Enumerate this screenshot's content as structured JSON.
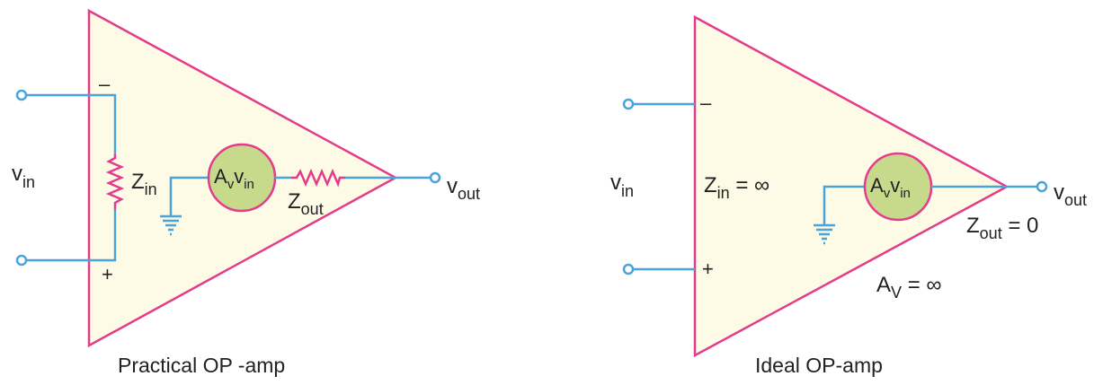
{
  "practical": {
    "caption": "Practical OP -amp",
    "vin": {
      "main": "v",
      "sub": "in"
    },
    "minus": "–",
    "plus": "+",
    "zin": {
      "main": "Z",
      "sub": "in"
    },
    "source": {
      "a": "A",
      "a_sub": "v",
      "v": "v",
      "v_sub": "in"
    },
    "zout": {
      "main": "Z",
      "sub": "out"
    },
    "vout": {
      "main": "v",
      "sub": "out"
    }
  },
  "ideal": {
    "caption": "Ideal OP-amp",
    "vin": {
      "main": "v",
      "sub": "in"
    },
    "minus": "–",
    "plus": "+",
    "zin": {
      "main": "Z",
      "sub": "in",
      "rest": " = ∞"
    },
    "source": {
      "a": "A",
      "a_sub": "v",
      "v": "v",
      "v_sub": "in"
    },
    "zout": {
      "main": "Z",
      "sub": "out",
      "rest": " = 0"
    },
    "vout": {
      "main": "v",
      "sub": "out"
    },
    "gain": {
      "main": "A",
      "sub": "V",
      "rest": " = ∞"
    }
  },
  "colors": {
    "triangle_fill": "#fdfbe6",
    "outline": "#e43c8c",
    "wire": "#4aa3d9",
    "source_fill": "#c7d98b",
    "text": "#222222"
  }
}
